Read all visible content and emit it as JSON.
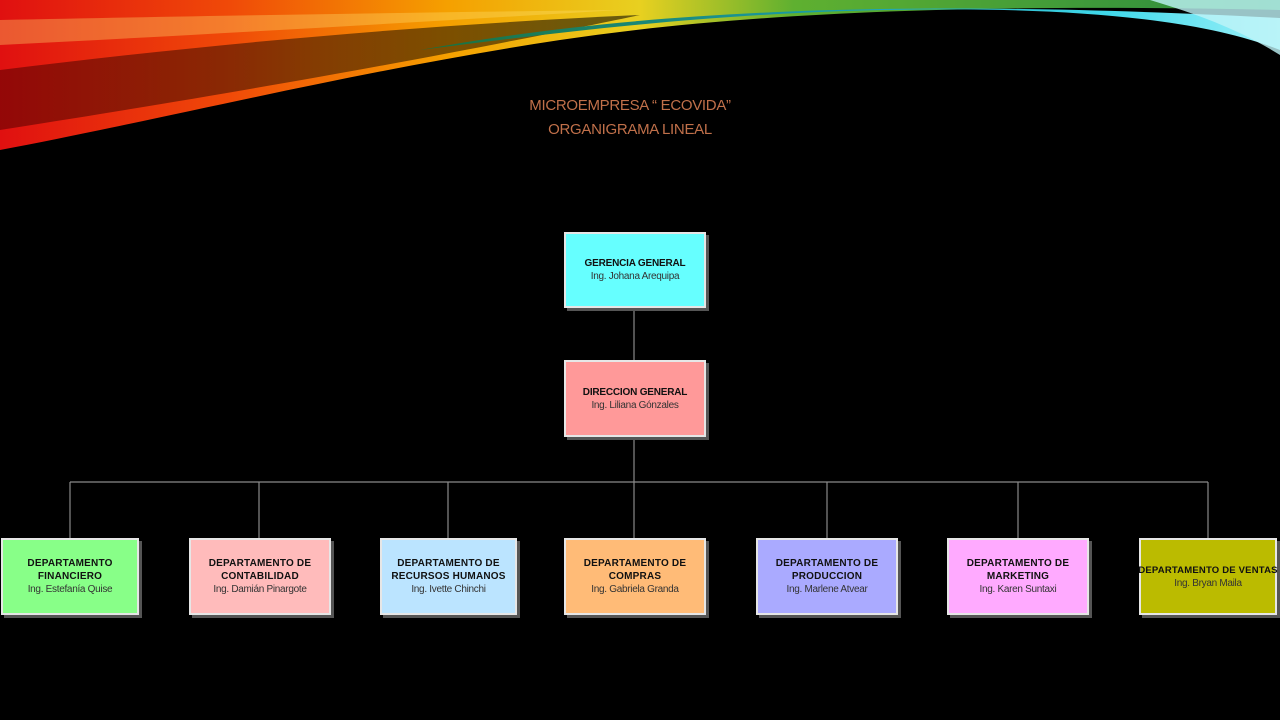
{
  "title": {
    "line1": "MICROEMPRESA “ ECOVIDA”",
    "line2": "ORGANIGRAMA LINEAL"
  },
  "org": {
    "gerencia": {
      "name": "GERENCIA GENERAL",
      "person": "Ing. Johana Arequipa",
      "color": "#66ffff"
    },
    "direccion": {
      "name": "DIRECCION GENERAL",
      "person": "Ing. Liliana Gónzales",
      "color": "#ff9999"
    },
    "departments": [
      {
        "name": "DEPARTAMENTO FINANCIERO",
        "person": "Ing. Estefanía Quise",
        "color": "#88ff88"
      },
      {
        "name": "DEPARTAMENTO DE CONTABILIDAD",
        "person": "Ing. Damián Pinargote",
        "color": "#ffbbbb"
      },
      {
        "name": "DEPARTAMENTO DE RECURSOS HUMANOS",
        "person": "Ing. Ivette Chinchi",
        "color": "#bbe4ff"
      },
      {
        "name": "DEPARTAMENTO DE COMPRAS",
        "person": "Ing. Gabriela Granda",
        "color": "#ffbb77"
      },
      {
        "name": "DEPARTAMENTO DE PRODUCCION",
        "person": "Ing. Marlene Atvear",
        "color": "#aaaaff"
      },
      {
        "name": "DEPARTAMENTO DE MARKETING",
        "person": "Ing. Karen Suntaxi",
        "color": "#ffaaff"
      },
      {
        "name": "DEPARTAMENTO DE VENTAS",
        "person": "Ing. Bryan Maila",
        "color": "#bbbb00"
      }
    ]
  }
}
